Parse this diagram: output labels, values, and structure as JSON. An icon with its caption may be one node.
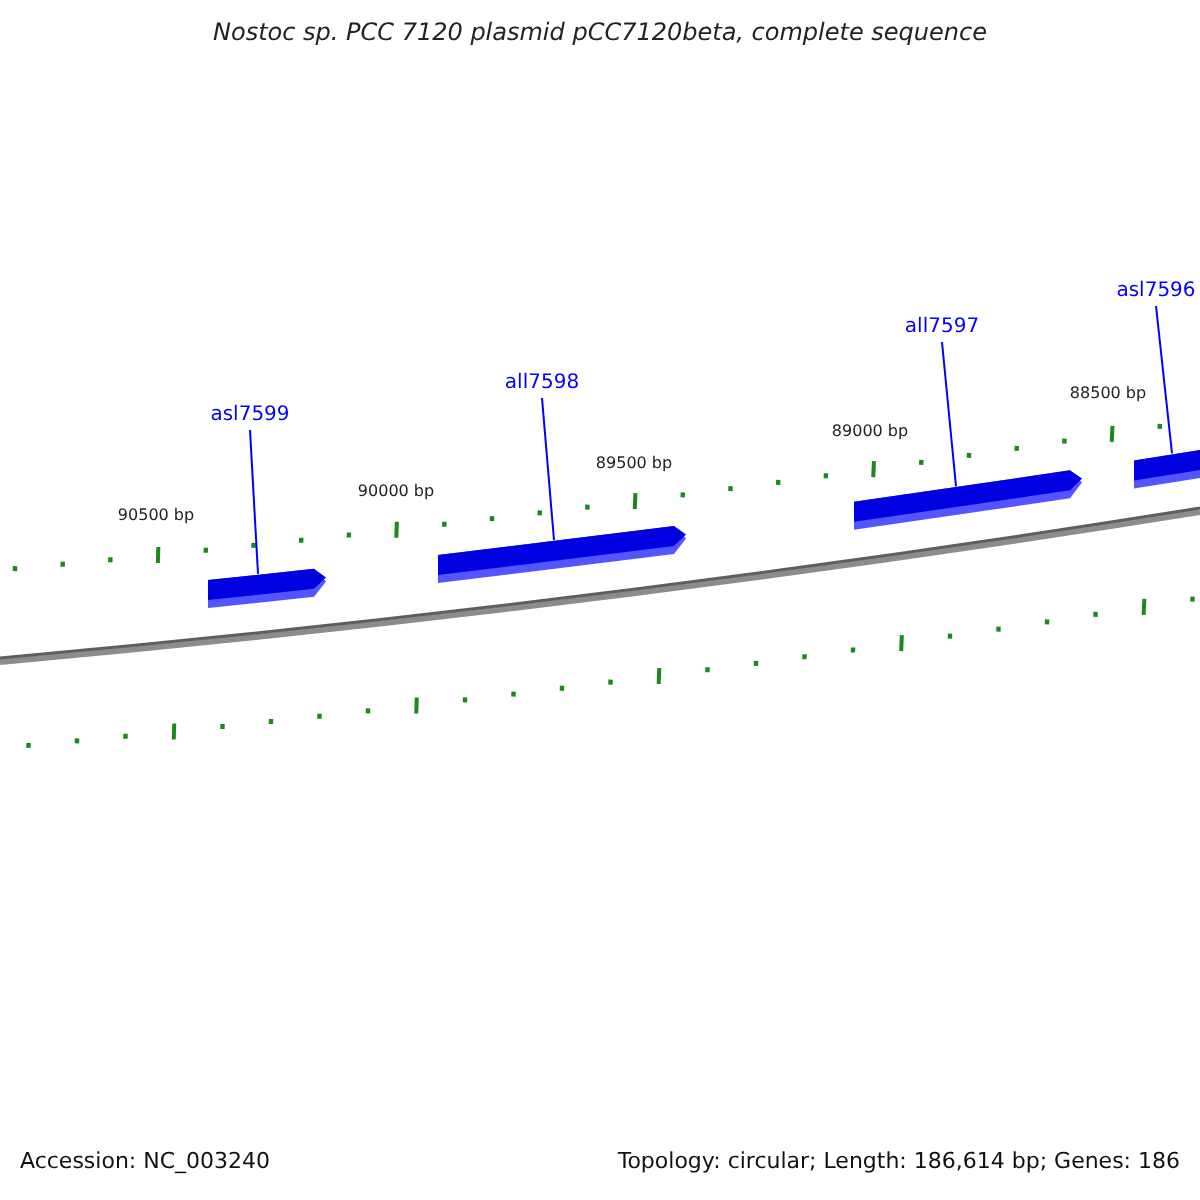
{
  "diagram": {
    "title": "Nostoc sp. PCC 7120 plasmid pCC7120beta, complete sequence",
    "nodes": [
      {
        "text": [
          "asl7599"
        ]
      },
      {
        "text": [
          "all7598"
        ]
      },
      {
        "text": [
          "all7597"
        ]
      },
      {
        "text": [
          "asl7596"
        ]
      },
      {
        "text": [],
        "shape": "bar"
      },
      {
        "text": [],
        "shape": "bar"
      },
      {
        "text": [],
        "shape": "bar"
      },
      {
        "text": [],
        "shape": "bar"
      }
    ],
    "edges": [
      {
        "from": 0,
        "to": 4,
        "arrow": "none"
      },
      {
        "from": 1,
        "to": 5,
        "arrow": "none"
      },
      {
        "from": 2,
        "to": 6,
        "arrow": "none"
      },
      {
        "from": 3,
        "to": 7,
        "arrow": "none"
      }
    ],
    "labels": [
      "90500 bp",
      "90000 bp",
      "89500 bp",
      "89000 bp",
      "88500 bp",
      "Accession: NC_003240",
      "Topology: circular; Length: 186,614 bp; Genes: 186"
    ]
  }
}
